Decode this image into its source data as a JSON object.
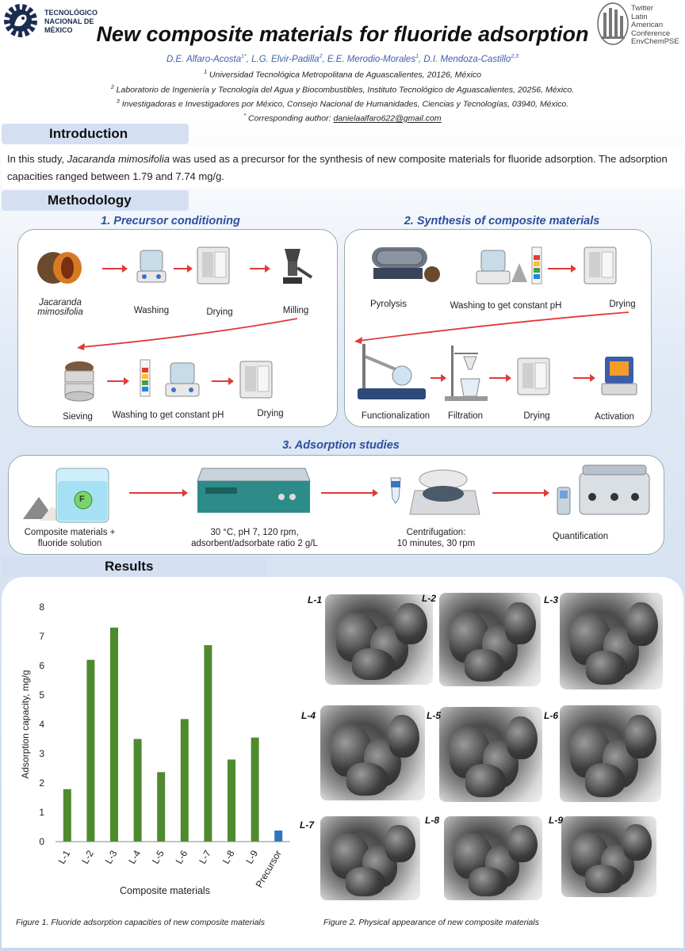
{
  "header": {
    "logo_left_text": [
      "TECNOLÓGICO",
      "NACIONAL DE MÉXICO"
    ],
    "logo_right_text": [
      "Twitter",
      "Latin",
      "American",
      "Conference",
      "EnvChemPSE"
    ],
    "title": "New composite materials for fluoride adsorption",
    "authors": [
      {
        "name": "D.E. Alfaro-Acosta",
        "sup": "1*"
      },
      {
        "name": "L.G. Elvir-Padilla",
        "sup": "2"
      },
      {
        "name": "E.E. Merodio-Morales",
        "sup": "1"
      },
      {
        "name": "D.I. Mendoza-Castillo",
        "sup": "2,3"
      }
    ],
    "affiliations": [
      {
        "sup": "1",
        "text": "Universidad Tecnológica Metropolitana de Aguascalientes, 20126, México"
      },
      {
        "sup": "2",
        "text": "Laboratorio de Ingeniería y Tecnología del Agua y Biocombustibles, Instituto Tecnológico de Aguascalientes, 20256, México."
      },
      {
        "sup": "3",
        "text": "Investigadoras e Investigadores por México, Consejo Nacional de Humanidades, Ciencias y Tecnologías, 03940, México."
      }
    ],
    "corresponding_sup": "*",
    "corresponding_label": "Corresponding author: ",
    "corresponding_email": "danielaalfaro622@gmail.com"
  },
  "introduction": {
    "heading": "Introduction",
    "text_before": "In this study, ",
    "species": "Jacaranda mimosifolia",
    "text_after": " was used as a precursor for the synthesis of new composite materials for fluoride adsorption. The adsorption capacities ranged between 1.79 and 7.74 mg/g."
  },
  "methodology": {
    "heading": "Methodology",
    "step1": {
      "title": "1. Precursor conditioning",
      "row1": [
        "Jacaranda mimosifolia",
        "Washing",
        "Drying",
        "Milling"
      ],
      "row2": [
        "Sieving",
        "Washing to get constant pH",
        "Drying"
      ]
    },
    "step2": {
      "title": "2. Synthesis of composite materials",
      "row1": [
        "Pyrolysis",
        "Washing to get constant pH",
        "Drying"
      ],
      "row2": [
        "Functionalization",
        "Filtration",
        "Drying",
        "Activation"
      ]
    },
    "step3": {
      "title": "3. Adsorption studies",
      "items": [
        {
          "line1": "Composite materials +",
          "line2": "fluoride solution"
        },
        {
          "line1": "30 °C, pH 7, 120 rpm,",
          "line2": "adsorbent/adsorbate ratio 2 g/L"
        },
        {
          "line1": "Centrifugation:",
          "line2": "10 minutes, 30 rpm"
        },
        {
          "line1": "Quantification",
          "line2": ""
        }
      ],
      "beaker_letter": "F"
    }
  },
  "results": {
    "heading": "Results",
    "figure1_caption": "Figure 1. Fluoride adsorption capacities of new composite materials",
    "figure2_caption": "Figure 2. Physical appearance of new composite materials",
    "photo_labels": [
      "L-1",
      "L-2",
      "L-3",
      "L-4",
      "L-5",
      "L-6",
      "L-7",
      "L-8",
      "L-9"
    ]
  },
  "chart_data": {
    "type": "bar",
    "categories": [
      "L-1",
      "L-2",
      "L-3",
      "L-4",
      "L-5",
      "L-6",
      "L-7",
      "L-8",
      "L-9",
      "Precursor"
    ],
    "values": [
      1.79,
      6.2,
      7.3,
      3.5,
      2.37,
      4.18,
      6.7,
      2.8,
      3.55,
      0.38
    ],
    "bar_colors": [
      "#4e8a2e",
      "#4e8a2e",
      "#4e8a2e",
      "#4e8a2e",
      "#4e8a2e",
      "#4e8a2e",
      "#4e8a2e",
      "#4e8a2e",
      "#4e8a2e",
      "#2e75c0"
    ],
    "title": "",
    "xlabel": "Composite materials",
    "ylabel": "Adsorption capacity, mg/g",
    "ylim": [
      0,
      8
    ],
    "yticks": [
      0,
      1,
      2,
      3,
      4,
      5,
      6,
      7,
      8
    ],
    "grid": false,
    "legend": "none"
  }
}
